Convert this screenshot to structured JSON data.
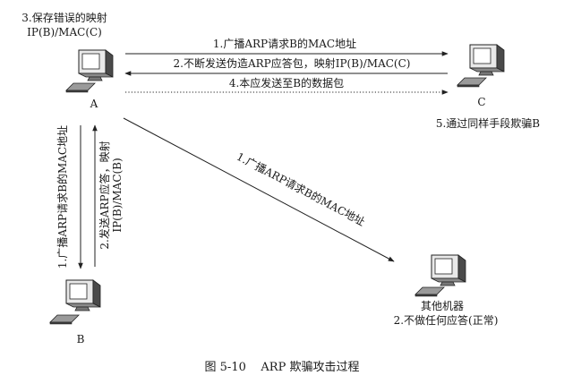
{
  "nodes": {
    "A": {
      "name": "A",
      "note_line1": "3.保存错误的映射",
      "note_line2": "IP(B)/MAC(C)"
    },
    "B": {
      "name": "B"
    },
    "C": {
      "name": "C",
      "note": "5.通过同样手段欺骗B"
    },
    "other": {
      "name": "其他机器",
      "note": "2.不做任何应答(正常)"
    }
  },
  "arrows": {
    "a_to_c_broadcast": "1.广播ARP请求B的MAC地址",
    "c_to_a_reply": "2.不断发送伪造ARP应答包，映射IP(B)/MAC(C)",
    "a_to_c_data": "4.本应发送至B的数据包",
    "a_to_other_broadcast": "1.广播ARP请求B的MAC地址",
    "a_to_b_broadcast": "1.广播ARP请求B的MAC地址",
    "b_to_a_reply_line1": "2.发送ARP应答，映射",
    "b_to_a_reply_line2": "IP(B)/MAC(B)"
  },
  "caption": "图 5-10    ARP 欺骗攻击过程"
}
